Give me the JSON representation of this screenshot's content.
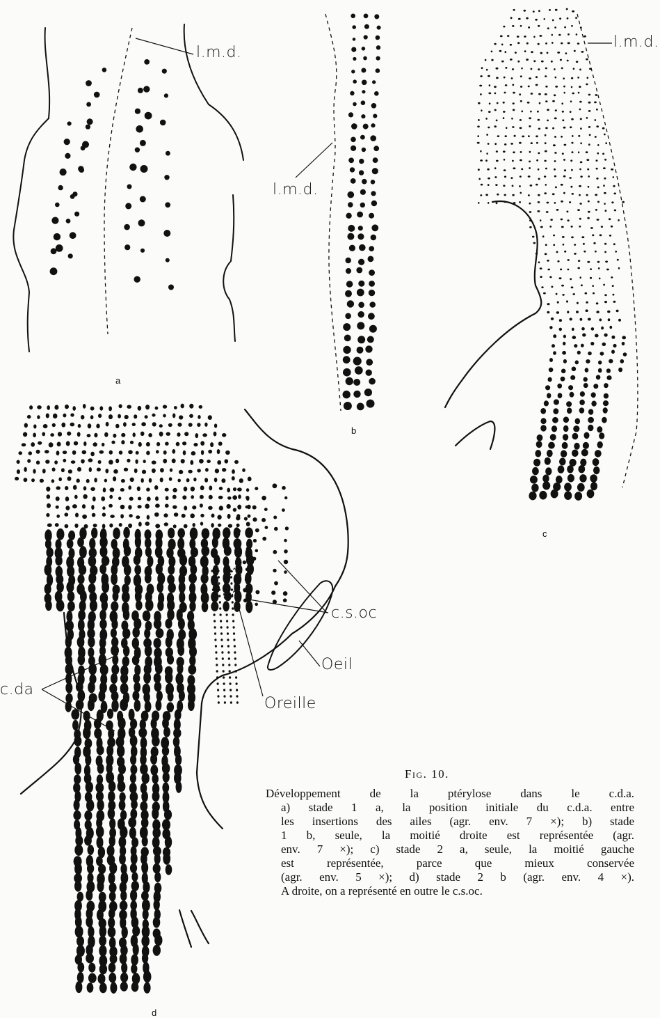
{
  "figure": {
    "title": "Fig. 10.",
    "caption_lines": [
      "Développement de la ptérylose dans le c.d.a.",
      "a) stade 1 a, la position initiale du c.d.a. entre",
      "les insertions des ailes (agr. env. 7 ×); b) stade",
      "1 b, seule, la moitié droite est représentée (agr.",
      "env. 7 ×); c) stade 2 a, seule, la moitié gauche",
      "est représentée, parce que mieux conservée",
      "(agr. env. 5 ×); d) stade 2 b (agr. env. 4 ×).",
      "A droite, on a représenté en outre le c.s.oc."
    ]
  },
  "panels": {
    "a": {
      "letter": "a",
      "label_lmd": "l.m.d."
    },
    "b": {
      "letter": "b",
      "label_lmd": "l.m.d."
    },
    "c": {
      "letter": "c",
      "label_lmd": "l.m.d."
    },
    "d": {
      "letter": "d",
      "label_csoc": "c.s.oc",
      "label_oeil": "Oeil",
      "label_oreille": "Oreille",
      "label_cda": "c.da"
    }
  },
  "colors": {
    "ink": "#111111",
    "paper": "#fbfbf9"
  }
}
